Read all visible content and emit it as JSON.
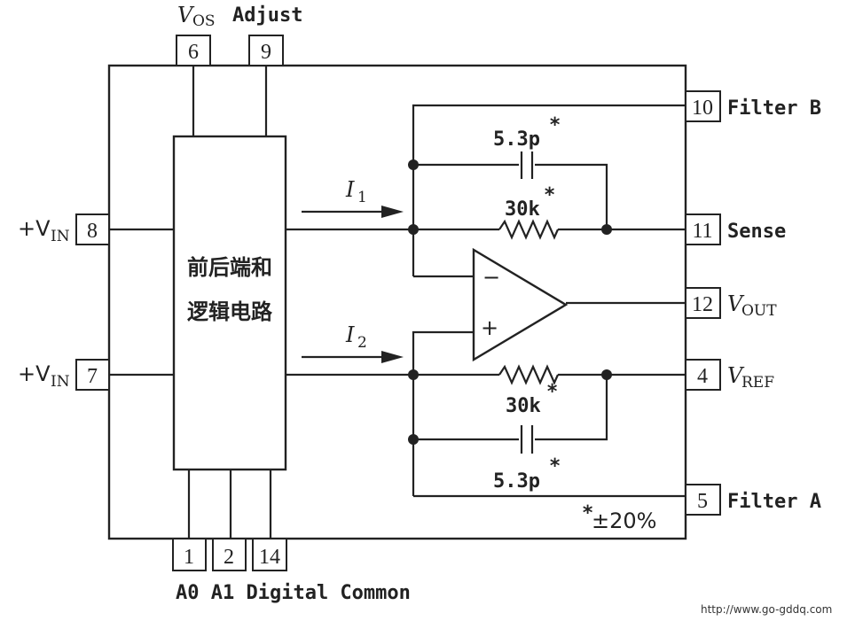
{
  "labels": {
    "vos": "V",
    "vos_sub": "OS",
    "adjust": "Adjust",
    "vin_plus_a": "+V",
    "vin_sub_a": "IN",
    "vin_plus_b": "+V",
    "vin_sub_b": "IN",
    "block_line1": "前后端和",
    "block_line2": "逻辑电路",
    "i1": "I",
    "i1_sub": "1",
    "i2": "I",
    "i2_sub": "2",
    "cap_top": "5.3p",
    "cap_bottom": "5.3p",
    "res_top": "30k",
    "res_bottom": "30k",
    "star": "*",
    "minus": "−",
    "plus": "+",
    "filter_b": "Filter B",
    "sense": "Sense",
    "vout": "V",
    "vout_sub": "OUT",
    "vref": "V",
    "vref_sub": "REF",
    "filter_a": "Filter A",
    "tolerance": "±20%",
    "bottom_labels": "A0 A1 Digital Common",
    "watermark": "http://www.go-gddq.com"
  },
  "pins": {
    "p6": "6",
    "p9": "9",
    "p8": "8",
    "p7": "7",
    "p10": "10",
    "p11": "11",
    "p12": "12",
    "p4": "4",
    "p5": "5",
    "p1": "1",
    "p2": "2",
    "p14": "14"
  }
}
